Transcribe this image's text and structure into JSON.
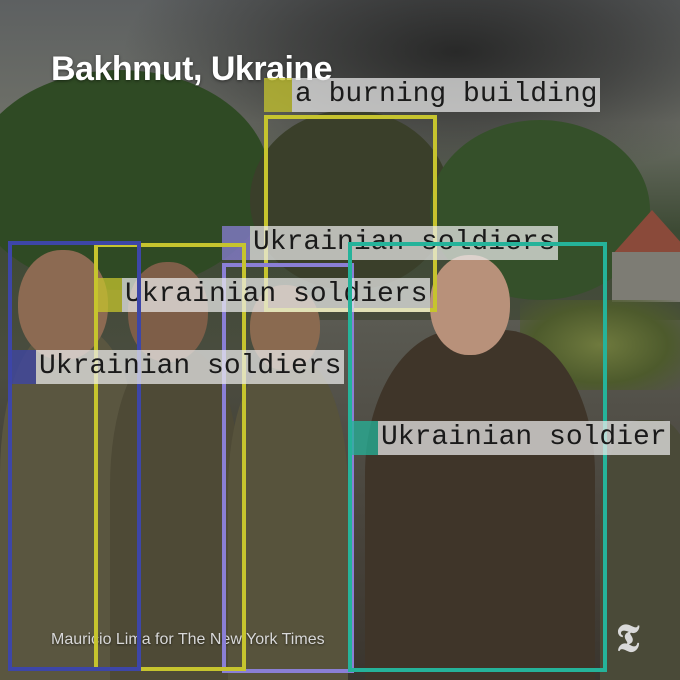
{
  "photo": {
    "headline": "Bakhmut, Ukraine",
    "credit": "Mauricio Lima for The New York Times",
    "logo_glyph": "𝕿"
  },
  "annotations": [
    {
      "label": "a burning building",
      "color": "#c6c42e"
    },
    {
      "label": "Ukrainian soldiers",
      "color": "#8a7fd6"
    },
    {
      "label": "Ukrainian soldiers",
      "color": "#c6c42e"
    },
    {
      "label": "Ukrainian soldiers",
      "color": "#3d46a8"
    },
    {
      "label": "Ukrainian soldier",
      "color": "#25b39a"
    }
  ]
}
